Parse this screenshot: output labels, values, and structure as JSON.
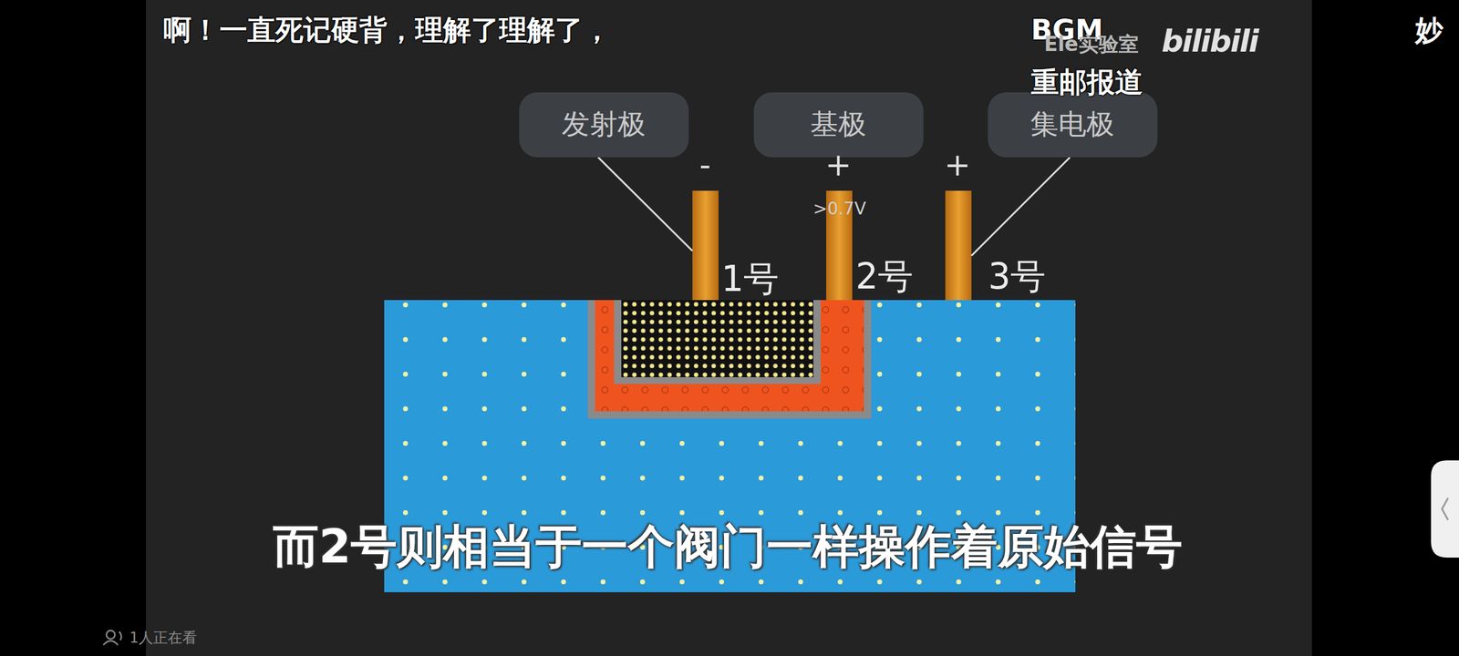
{
  "diagram": {
    "nodes": [
      {
        "text": [
          "发射极"
        ]
      },
      {
        "text": [
          "基极"
        ]
      },
      {
        "text": [
          "集电极"
        ]
      }
    ],
    "labels": [
      "啊！一直死记硬背，理解了理解了，",
      "BGM",
      "重邮报道",
      "妙",
      "Ele实验室",
      "bilibili",
      "-",
      "+",
      "+",
      ">0.7V",
      "1号",
      "2号",
      "3号",
      "而2号则相当于一个阀门一样操作着原始信号",
      "1人正在看"
    ]
  }
}
